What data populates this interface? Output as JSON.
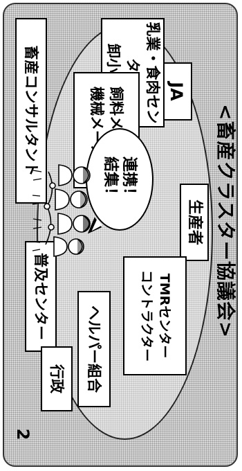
{
  "title": "<畜産クラスター協議会>",
  "nodes": {
    "seisansha": "生産者",
    "ja": "JA",
    "nyugyo": "乳業・食肉センター\n卸小売業",
    "shiryo": "飼料メーカー\n機械メーカー",
    "consultant": "畜産コンサルタント",
    "fukyu": "普及センター",
    "tmr": "TMRセンター\nコントラクター",
    "helper": "ヘルパー組合",
    "gyosei": "行政"
  },
  "bubble": {
    "line1": "連携！",
    "line2": "結集！"
  },
  "page_number": "2"
}
